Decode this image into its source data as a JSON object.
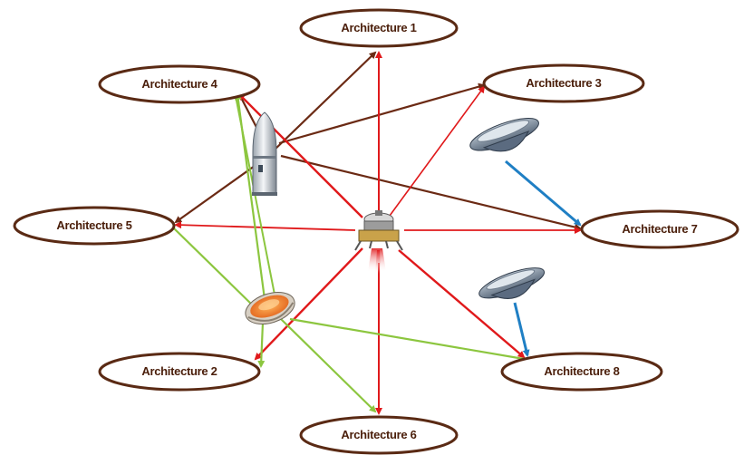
{
  "nodes": {
    "a1": {
      "label": "Architecture 1"
    },
    "a2": {
      "label": "Architecture 2"
    },
    "a3": {
      "label": "Architecture 3"
    },
    "a4": {
      "label": "Architecture 4"
    },
    "a5": {
      "label": "Architecture 5"
    },
    "a6": {
      "label": "Architecture 6"
    },
    "a7": {
      "label": "Architecture 7"
    },
    "a8": {
      "label": "Architecture 8"
    }
  },
  "icons": [
    "rocket-icon",
    "lander-icon",
    "heat-shield-capsule-icon",
    "flying-saucer-icon-upper",
    "flying-saucer-icon-lower"
  ],
  "colors": {
    "node_border": "#5a2a14",
    "label_text": "#4a1e0a",
    "edge_brown": "#6b2a14",
    "edge_red": "#e0191b",
    "edge_green": "#8cc63f",
    "edge_blue": "#1f7fc4"
  },
  "edges": [
    {
      "from": "lander",
      "to": "a1",
      "color": "red"
    },
    {
      "from": "lander",
      "to": "a3",
      "color": "red"
    },
    {
      "from": "lander",
      "to": "a4",
      "color": "red"
    },
    {
      "from": "lander",
      "to": "a5",
      "color": "red"
    },
    {
      "from": "lander",
      "to": "a7",
      "color": "red"
    },
    {
      "from": "lander",
      "to": "a8",
      "color": "red"
    },
    {
      "from": "lander",
      "to": "a6",
      "color": "red"
    },
    {
      "from": "lander",
      "to": "a2",
      "color": "red"
    },
    {
      "from": "rocket",
      "to": "a1",
      "color": "brown"
    },
    {
      "from": "rocket",
      "to": "a3",
      "color": "brown"
    },
    {
      "from": "rocket",
      "to": "a4",
      "color": "brown"
    },
    {
      "from": "rocket",
      "to": "a5",
      "color": "brown"
    },
    {
      "from": "rocket",
      "to": "a7",
      "color": "brown"
    },
    {
      "from": "capsule",
      "to": "a4",
      "color": "green"
    },
    {
      "from": "capsule",
      "to": "a5",
      "color": "green"
    },
    {
      "from": "capsule",
      "to": "a2",
      "color": "green"
    },
    {
      "from": "capsule",
      "to": "a6",
      "color": "green"
    },
    {
      "from": "capsule",
      "to": "a8",
      "color": "green"
    },
    {
      "from": "saucer_upper",
      "to": "a7",
      "color": "blue"
    },
    {
      "from": "saucer_lower",
      "to": "a8",
      "color": "blue"
    }
  ]
}
